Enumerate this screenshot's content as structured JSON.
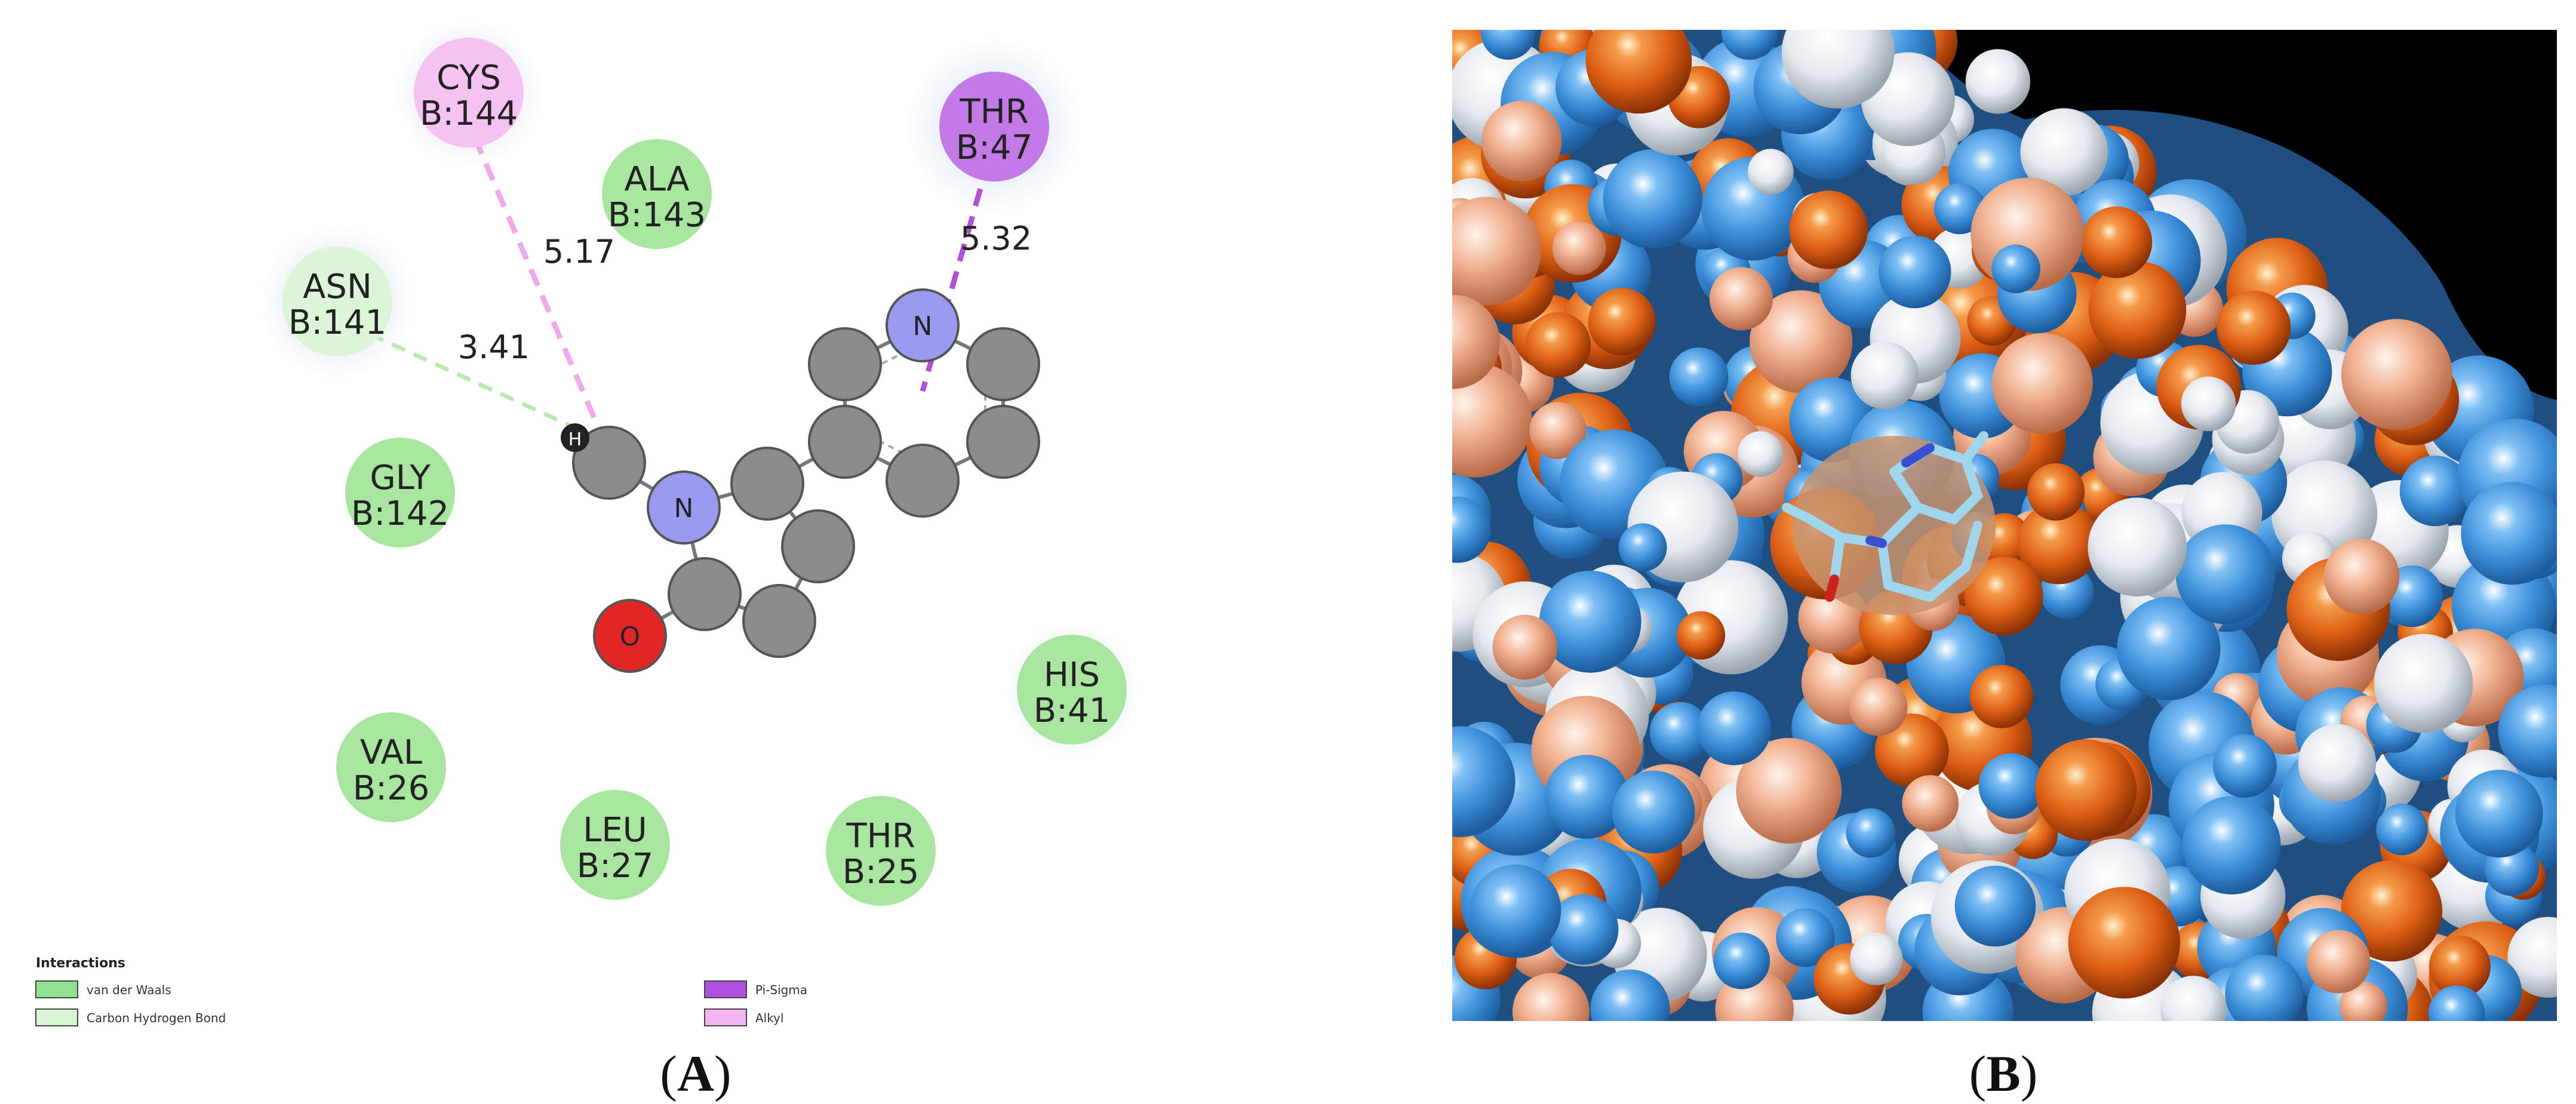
{
  "panel_a": {
    "residues": [
      {
        "name": "CYS",
        "id": "B:144",
        "type": "alkyl"
      },
      {
        "name": "ALA",
        "id": "B:143",
        "type": "vdw"
      },
      {
        "name": "THR",
        "id": "B:47",
        "type": "pi_sigma"
      },
      {
        "name": "ASN",
        "id": "B:141",
        "type": "carbon_hbond"
      },
      {
        "name": "GLY",
        "id": "B:142",
        "type": "vdw"
      },
      {
        "name": "HIS",
        "id": "B:41",
        "type": "vdw"
      },
      {
        "name": "VAL",
        "id": "B:26",
        "type": "vdw"
      },
      {
        "name": "LEU",
        "id": "B:27",
        "type": "vdw"
      },
      {
        "name": "THR",
        "id": "B:25",
        "type": "vdw"
      }
    ],
    "distances": [
      "5.17",
      "5.32",
      "3.41"
    ],
    "atoms": {
      "h": "H",
      "n1": "N",
      "n2": "N",
      "o": "O"
    },
    "legend": {
      "title": "Interactions",
      "items": [
        {
          "label": "van der Waals",
          "color": "#8fe28f"
        },
        {
          "label": "Carbon Hydrogen Bond",
          "color": "#d9f5d6"
        },
        {
          "label": "Pi-Sigma",
          "color": "#b04fe0"
        },
        {
          "label": "Alkyl",
          "color": "#f3b6f3"
        }
      ]
    },
    "colors": {
      "vdw": "#a8e6a0",
      "carbon_hbond": "#dcf5d8",
      "pi_sigma": "#c17ae6",
      "alkyl": "#f5c2f1",
      "carbon_atom": "#8c8c8c",
      "nitrogen_atom": "#9a9af0",
      "oxygen_atom": "#e02626"
    }
  },
  "panel_b": {
    "description_colors": {
      "hydrophobic": "#e06a1f",
      "hydrophilic": "#3d8fd9",
      "neutral": "#e8ecf2",
      "background": "#000000"
    }
  },
  "captions": {
    "a": {
      "open": "(",
      "letter": "A",
      "close": ")"
    },
    "b": {
      "open": "(",
      "letter": "B",
      "close": ")"
    }
  }
}
